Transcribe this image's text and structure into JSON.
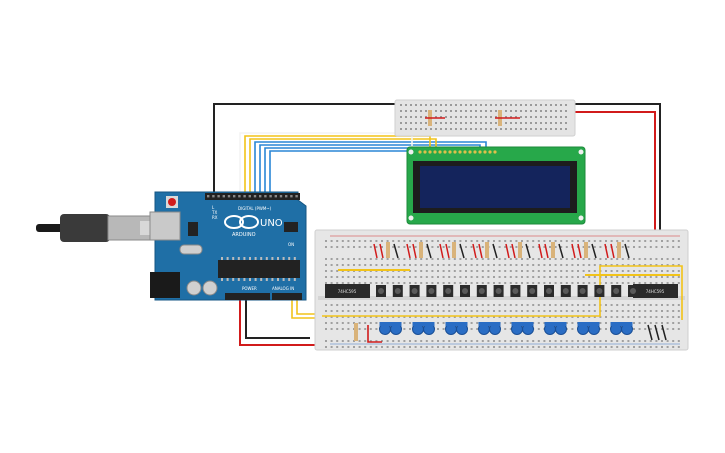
{
  "arduino": {
    "logo_text": "ARDUINO",
    "model": "UNO",
    "header_digital": "DIGITAL (PWM~)",
    "header_power": "POWER",
    "header_analog": "ANALOG IN",
    "on_label": "ON",
    "tx_label": "TX",
    "rx_label": "RX",
    "l_label": "L"
  },
  "chips": {
    "left_label": "74HC595",
    "right_label": "74HC595"
  },
  "lcd": {
    "rows": 2,
    "cols": 16
  },
  "breadboard_main": {
    "button_count": 16,
    "led_count": 16
  },
  "colors": {
    "arduino_board": "#1f6fa6",
    "breadboard": "#e6e6e6",
    "lcd_board": "#27a84a",
    "lcd_screen": "#14245c",
    "wire_red": "#d11b1b",
    "wire_black": "#222222",
    "wire_yellow": "#f2c318",
    "wire_blue": "#2a86d6",
    "led_blue": "#2a6dc4",
    "resistor": "#d9b37a"
  }
}
